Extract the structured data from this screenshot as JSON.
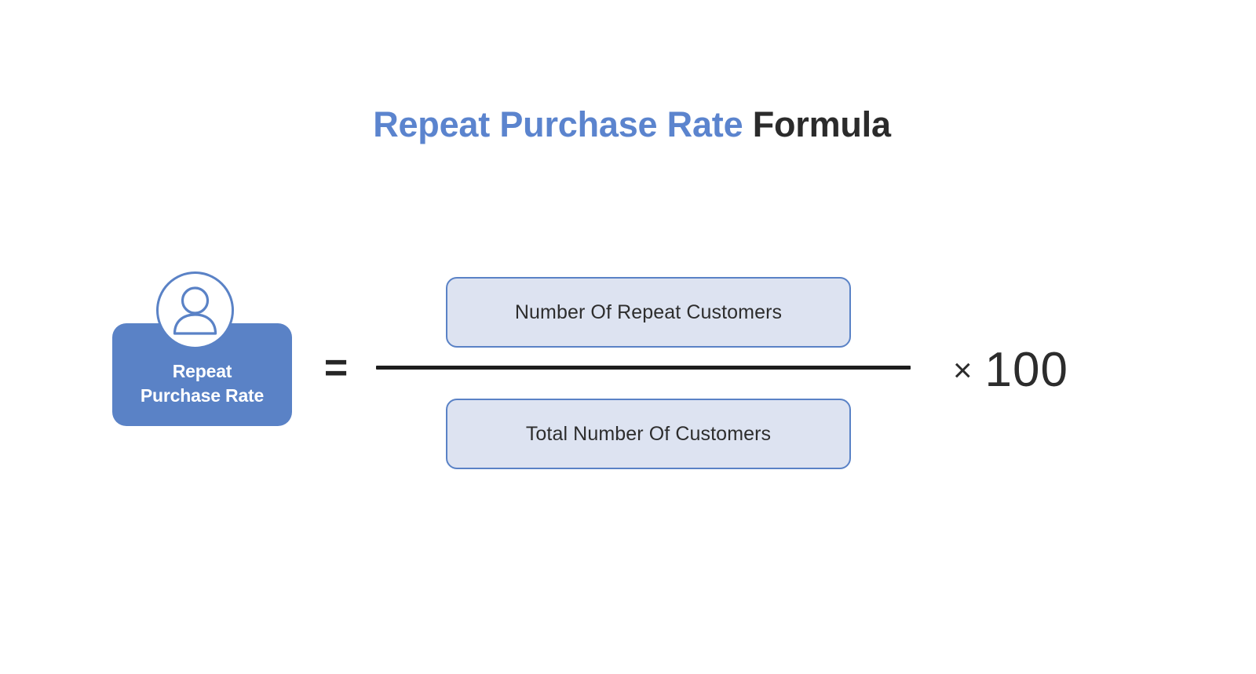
{
  "title": {
    "highlight": "Repeat Purchase Rate",
    "suffix": " Formula",
    "highlight_color": "#5b84ce",
    "suffix_color": "#2b2b2b"
  },
  "metric": {
    "label_line1": "Repeat",
    "label_line2": "Purchase Rate",
    "badge_color": "#5a82c6",
    "text_color": "#ffffff",
    "icon": "user-avatar-icon"
  },
  "formula": {
    "equals_symbol": "=",
    "numerator": "Number Of Repeat Customers",
    "denominator": "Total Number Of Customers",
    "multiply_symbol": "×",
    "multiplier": "100",
    "box_fill": "#dde3f1",
    "box_border": "#5a82c6",
    "box_text_color": "#2d2d2d",
    "rule_color": "#1d1d1d",
    "operator_color": "#2c2c2c"
  },
  "canvas": {
    "background": "#ffffff"
  }
}
